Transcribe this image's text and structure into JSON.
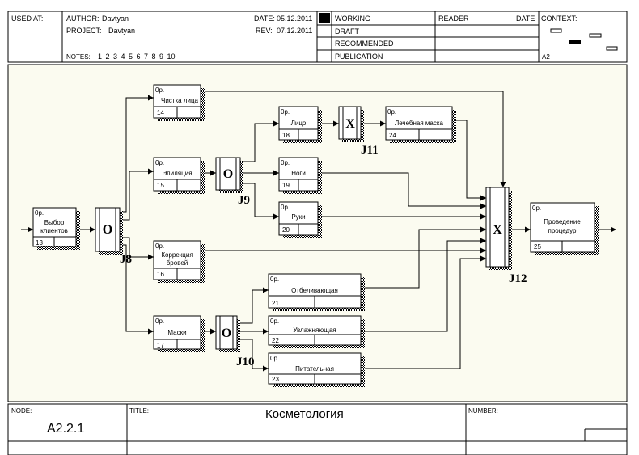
{
  "header": {
    "used_at_label": "USED AT:",
    "author_label": "AUTHOR:",
    "author": "Davtyan",
    "project_label": "PROJECT:",
    "project": "Davtyan",
    "date_label": "DATE:",
    "date": "05.12.2011",
    "rev_label": "REV:",
    "rev": "07.12.2011",
    "notes_label": "NOTES:",
    "notes": "1 2 3 4 5 6 7 8 9 10",
    "status_items": [
      "WORKING",
      "DRAFT",
      "RECOMMENDED",
      "PUBLICATION"
    ],
    "reader_label": "READER",
    "reader_date_label": "DATE",
    "context_label": "CONTEXT:",
    "context_node": "A2"
  },
  "diagram": {
    "activity_tag": "0р.",
    "activities": {
      "a13": {
        "label": "Выбор клиентов",
        "num": "13"
      },
      "a14": {
        "label": "Чистка лица",
        "num": "14"
      },
      "a15": {
        "label": "Эпиляция",
        "num": "15"
      },
      "a16": {
        "label": "Коррекция бровей",
        "num": "16"
      },
      "a17": {
        "label": "Маски",
        "num": "17"
      },
      "a18": {
        "label": "Лицо",
        "num": "18"
      },
      "a19": {
        "label": "Ноги",
        "num": "19"
      },
      "a20": {
        "label": "Руки",
        "num": "20"
      },
      "a24": {
        "label": "Лечебная маска",
        "num": "24"
      },
      "a21": {
        "label": "Отбеливающая",
        "num": "21"
      },
      "a22": {
        "label": "Увлажняющая",
        "num": "22"
      },
      "a23": {
        "label": "Питательная",
        "num": "23"
      },
      "a25": {
        "label": "Проведение процедур",
        "num": "25"
      }
    },
    "junctions": {
      "j8": {
        "symbol": "O",
        "label": "J8"
      },
      "j9": {
        "symbol": "O",
        "label": "J9"
      },
      "j10": {
        "symbol": "O",
        "label": "J10"
      },
      "j11": {
        "symbol": "X",
        "label": "J11"
      },
      "j12": {
        "symbol": "X",
        "label": "J12"
      }
    }
  },
  "footer": {
    "node_label": "NODE:",
    "node": "A2.2.1",
    "title_label": "TITLE:",
    "title": "Косметология",
    "number_label": "NUMBER:"
  }
}
